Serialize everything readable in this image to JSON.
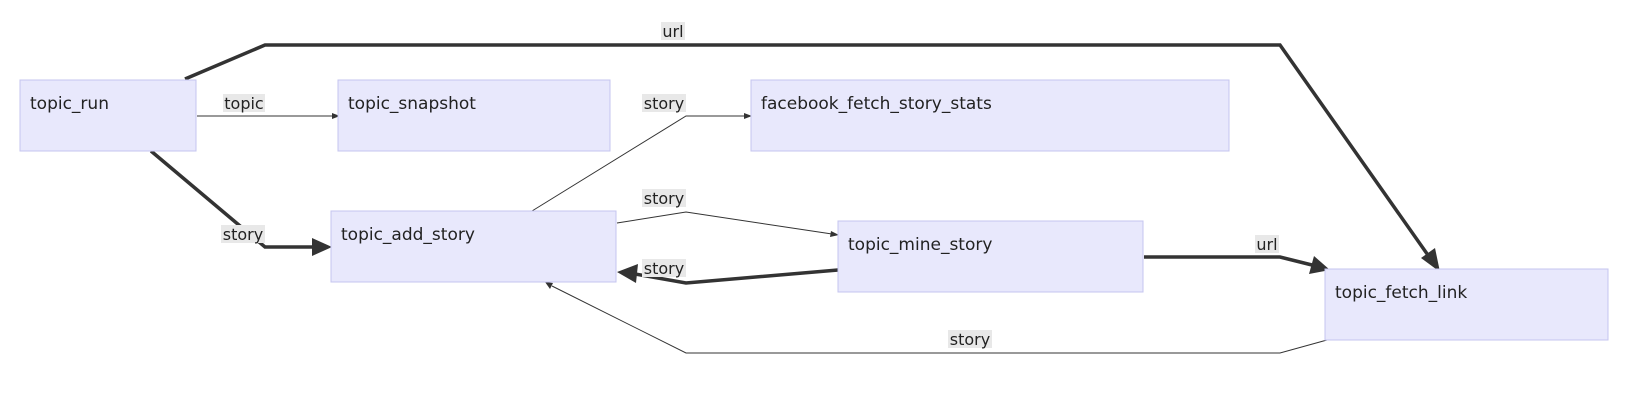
{
  "nodes": {
    "topic_run": "topic_run",
    "topic_snapshot": "topic_snapshot",
    "facebook_fetch_story_stats": "facebook_fetch_story_stats",
    "topic_add_story": "topic_add_story",
    "topic_mine_story": "topic_mine_story",
    "topic_fetch_link": "topic_fetch_link"
  },
  "edges": [
    {
      "from": "topic_run",
      "to": "topic_fetch_link",
      "label": "url",
      "style": "thick"
    },
    {
      "from": "topic_run",
      "to": "topic_snapshot",
      "label": "topic",
      "style": "thin"
    },
    {
      "from": "topic_add_story",
      "to": "facebook_fetch_story_stats",
      "label": "story",
      "style": "thin"
    },
    {
      "from": "topic_add_story",
      "to": "topic_mine_story",
      "label": "story",
      "style": "thin"
    },
    {
      "from": "topic_run",
      "to": "topic_add_story",
      "label": "story",
      "style": "thick"
    },
    {
      "from": "topic_mine_story",
      "to": "topic_add_story",
      "label": "story",
      "style": "thick"
    },
    {
      "from": "topic_mine_story",
      "to": "topic_fetch_link",
      "label": "url",
      "style": "thick"
    },
    {
      "from": "topic_fetch_link",
      "to": "topic_add_story",
      "label": "story",
      "style": "thin"
    }
  ]
}
